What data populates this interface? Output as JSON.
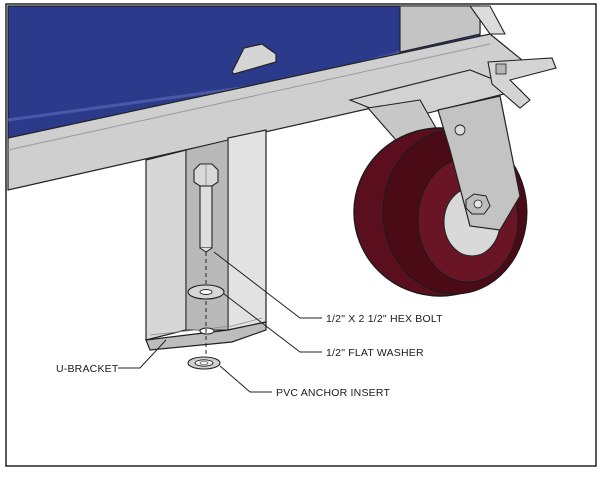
{
  "callouts": {
    "hex_bolt": "1/2\" X 2 1/2\" HEX BOLT",
    "flat_washer": "1/2\" FLAT WASHER",
    "u_bracket": "U-BRACKET",
    "anchor_insert": "PVC ANCHOR INSERT"
  },
  "colors": {
    "cart_body": "#2c3a8c",
    "frame": "#c9c9c9",
    "frame_shadow": "#8c8c8c",
    "wheel": "#5b0f1e",
    "background": "#ffffff",
    "outline": "#222222"
  }
}
